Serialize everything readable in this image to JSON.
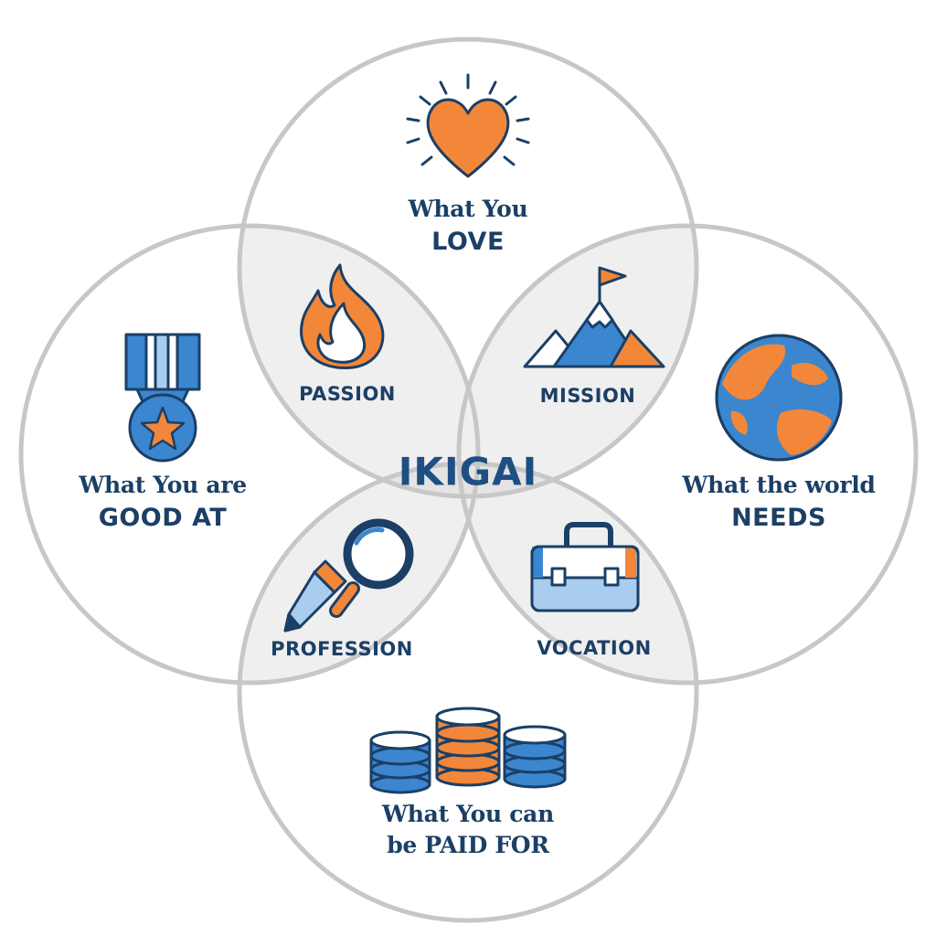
{
  "title": "IKIGAI",
  "circles": {
    "love": {
      "line1": "What You",
      "line2": "LOVE",
      "icon": "heart-icon"
    },
    "good_at": {
      "line1": "What You are",
      "line2": "GOOD AT",
      "icon": "medal-icon"
    },
    "world_needs": {
      "line1": "What the world",
      "line2": "NEEDS",
      "icon": "globe-icon"
    },
    "paid_for": {
      "line1": "What You can",
      "line2": "be PAID FOR",
      "icon": "coins-icon"
    }
  },
  "intersections": {
    "passion": {
      "label": "PASSION",
      "icon": "flame-icon"
    },
    "mission": {
      "label": "MISSION",
      "icon": "mountain-flag-icon"
    },
    "profession": {
      "label": "PROFESSION",
      "icon": "magnifier-pencil-icon"
    },
    "vocation": {
      "label": "VOCATION",
      "icon": "briefcase-icon"
    }
  },
  "colors": {
    "navy": "#1b3f66",
    "orange": "#f2873a",
    "blue": "#3b86cf",
    "light_blue": "#a9cdee",
    "circle_stroke": "#c7c7c7",
    "overlap_fill": "#efefef",
    "center_fill": "#e2e2e2"
  }
}
